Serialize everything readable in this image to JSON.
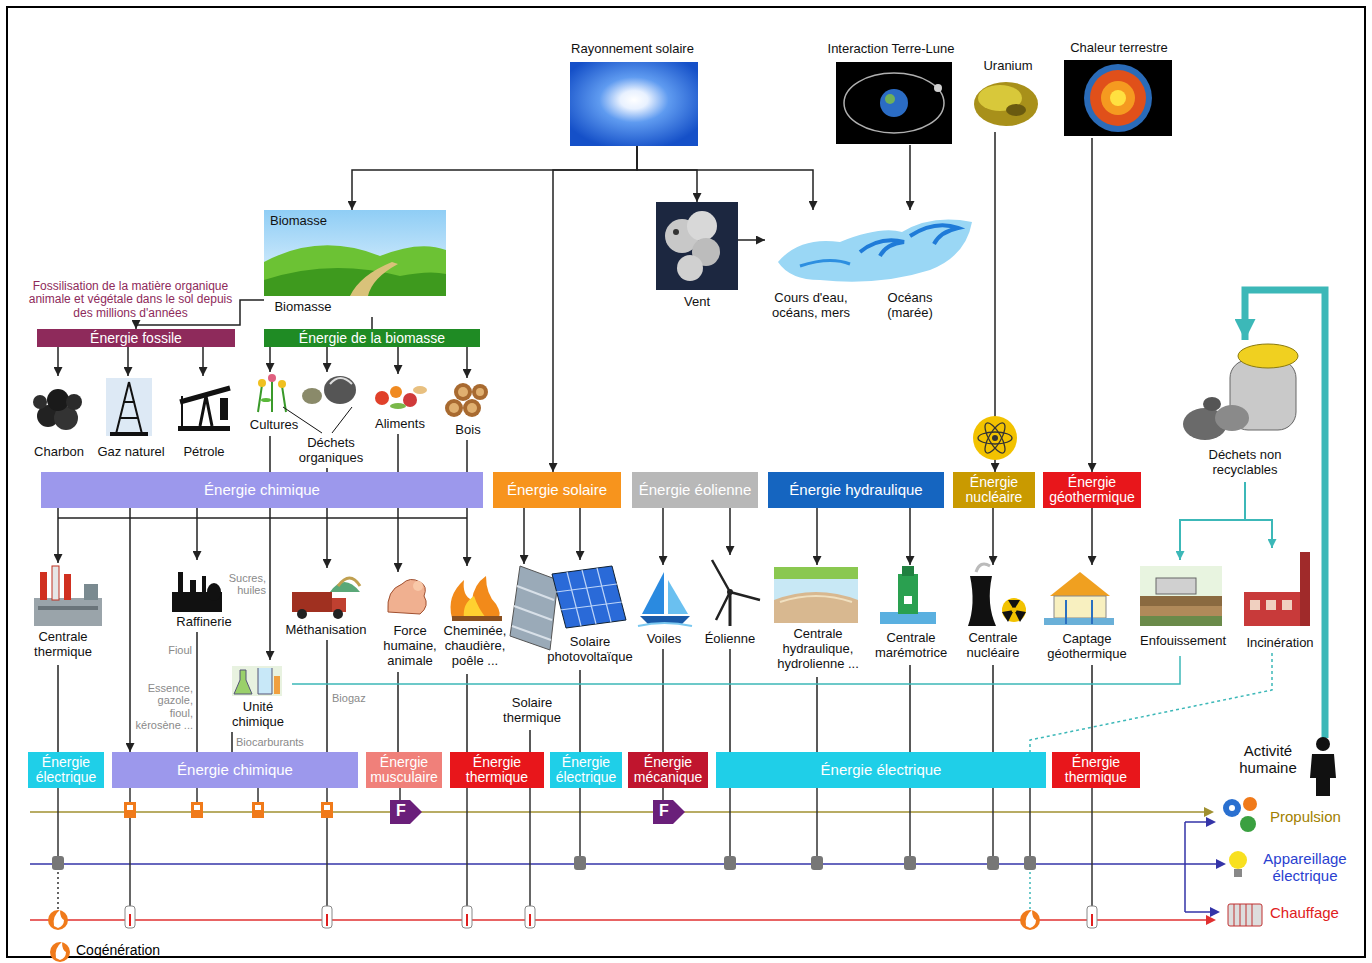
{
  "diagram": {
    "nodes": [
      {
        "text": [
          "Rayonnement solaire"
        ]
      },
      {
        "text": [
          "Interaction Terre-Lune"
        ]
      },
      {
        "text": [
          "Uranium"
        ]
      },
      {
        "text": [
          "Chaleur terrestre"
        ]
      },
      {
        "text": [
          "Biomasse",
          "Biomasse"
        ]
      },
      {
        "text": [
          "Vent"
        ]
      },
      {
        "text": [
          "Cours d'eau, océans, mers",
          "Océans (marée)"
        ]
      },
      {
        "text": [
          "Déchets non recyclables"
        ]
      },
      {
        "text": [
          "Énergie fossile"
        ]
      },
      {
        "text": [
          "Énergie de la biomasse"
        ]
      },
      {
        "text": [
          "Charbon"
        ]
      },
      {
        "text": [
          "Gaz naturel"
        ]
      },
      {
        "text": [
          "Pétrole"
        ]
      },
      {
        "text": [
          "Cultures"
        ]
      },
      {
        "text": [
          "Déchets organiques"
        ]
      },
      {
        "text": [
          "Aliments"
        ]
      },
      {
        "text": [
          "Bois"
        ]
      },
      {
        "text": [
          "Énergie chimique"
        ]
      },
      {
        "text": [
          "Énergie solaire"
        ]
      },
      {
        "text": [
          "Énergie éolienne"
        ]
      },
      {
        "text": [
          "Énergie hydraulique"
        ]
      },
      {
        "text": [
          "Énergie nucléaire"
        ]
      },
      {
        "text": [
          "Énergie géothermique"
        ]
      },
      {
        "text": [
          "Centrale thermique"
        ]
      },
      {
        "text": [
          "Raffinerie"
        ]
      },
      {
        "text": [
          "Méthanisation"
        ]
      },
      {
        "text": [
          "Force humaine, animale"
        ]
      },
      {
        "text": [
          "Cheminée, chaudière, poêle ..."
        ]
      },
      {
        "text": [
          "Solaire thermique"
        ]
      },
      {
        "text": [
          "Solaire photovoltaïque"
        ]
      },
      {
        "text": [
          "Voiles"
        ]
      },
      {
        "text": [
          "Éolienne"
        ]
      },
      {
        "text": [
          "Centrale hydraulique, hydrolienne ..."
        ]
      },
      {
        "text": [
          "Centrale marémotrice"
        ]
      },
      {
        "text": [
          "Centrale nucléaire"
        ]
      },
      {
        "text": [
          "Captage géothermique"
        ]
      },
      {
        "text": [
          "Enfouissement"
        ]
      },
      {
        "text": [
          "Incinération"
        ]
      },
      {
        "text": [
          "Unité chimique"
        ]
      },
      {
        "text": [
          "Activité humaine"
        ]
      },
      {
        "text": [
          "Énergie électrique"
        ]
      },
      {
        "text": [
          "Énergie chimique"
        ]
      },
      {
        "text": [
          "Énergie musculaire"
        ]
      },
      {
        "text": [
          "Énergie thermique"
        ]
      },
      {
        "text": [
          "Énergie électrique"
        ]
      },
      {
        "text": [
          "Énergie mécanique"
        ]
      },
      {
        "text": [
          "Énergie électrique"
        ]
      },
      {
        "text": [
          "Énergie thermique"
        ]
      },
      {
        "text": [
          "Propulsion"
        ]
      },
      {
        "text": [
          "Appareillage électrique"
        ]
      },
      {
        "text": [
          "Chauffage"
        ]
      }
    ],
    "edges": [
      {
        "from": 0,
        "to": 4,
        "arrow": "to"
      },
      {
        "from": 0,
        "to": 18,
        "arrow": "to"
      },
      {
        "from": 0,
        "to": 5,
        "arrow": "to"
      },
      {
        "from": 0,
        "to": 6,
        "arrow": "to"
      },
      {
        "from": 1,
        "to": 6,
        "arrow": "to"
      },
      {
        "from": 5,
        "to": 6,
        "arrow": "to"
      },
      {
        "from": 2,
        "to": 21,
        "arrow": "to"
      },
      {
        "from": 3,
        "to": 22,
        "arrow": "to"
      },
      {
        "from": 4,
        "to": 8,
        "arrow": "to"
      },
      {
        "from": 4,
        "to": 9,
        "arrow": "none"
      },
      {
        "from": 8,
        "to": 10,
        "arrow": "to"
      },
      {
        "from": 8,
        "to": 11,
        "arrow": "to"
      },
      {
        "from": 8,
        "to": 12,
        "arrow": "to"
      },
      {
        "from": 9,
        "to": 13,
        "arrow": "to"
      },
      {
        "from": 9,
        "to": 14,
        "arrow": "to"
      },
      {
        "from": 9,
        "to": 15,
        "arrow": "to"
      },
      {
        "from": 9,
        "to": 16,
        "arrow": "to"
      },
      {
        "from": 13,
        "to": 17,
        "arrow": "none"
      },
      {
        "from": 14,
        "to": 17,
        "arrow": "none"
      },
      {
        "from": 15,
        "to": 17,
        "arrow": "none"
      },
      {
        "from": 16,
        "to": 17,
        "arrow": "none"
      },
      {
        "from": 17,
        "to": 23,
        "arrow": "to"
      },
      {
        "from": 17,
        "to": 41,
        "arrow": "to"
      },
      {
        "from": 17,
        "to": 24,
        "arrow": "to"
      },
      {
        "from": 17,
        "to": 38,
        "arrow": "to"
      },
      {
        "from": 17,
        "to": 25,
        "arrow": "to"
      },
      {
        "from": 17,
        "to": 26,
        "arrow": "to"
      },
      {
        "from": 17,
        "to": 27,
        "arrow": "to"
      },
      {
        "from": 18,
        "to": 28,
        "arrow": "to"
      },
      {
        "from": 18,
        "to": 29,
        "arrow": "to"
      },
      {
        "from": 19,
        "to": 30,
        "arrow": "to"
      },
      {
        "from": 19,
        "to": 31,
        "arrow": "to"
      },
      {
        "from": 20,
        "to": 32,
        "arrow": "to"
      },
      {
        "from": 20,
        "to": 33,
        "arrow": "to"
      },
      {
        "from": 21,
        "to": 34,
        "arrow": "to"
      },
      {
        "from": 22,
        "to": 35,
        "arrow": "to"
      },
      {
        "from": 7,
        "to": 36,
        "arrow": "to"
      },
      {
        "from": 7,
        "to": 37,
        "arrow": "to"
      },
      {
        "from": 39,
        "to": 7,
        "arrow": "to"
      },
      {
        "from": 23,
        "to": 40,
        "arrow": "none"
      },
      {
        "from": 24,
        "to": 41,
        "arrow": "none",
        "label": "Fioul"
      },
      {
        "from": 38,
        "to": 41,
        "arrow": "none",
        "label": "Biocarburants"
      },
      {
        "from": 25,
        "to": 41,
        "arrow": "none",
        "label": "Biogaz"
      },
      {
        "from": 26,
        "to": 42,
        "arrow": "none"
      },
      {
        "from": 27,
        "to": 43,
        "arrow": "none"
      },
      {
        "from": 28,
        "to": 43,
        "arrow": "none"
      },
      {
        "from": 29,
        "to": 44,
        "arrow": "none"
      },
      {
        "from": 30,
        "to": 45,
        "arrow": "none"
      },
      {
        "from": 31,
        "to": 46,
        "arrow": "none"
      },
      {
        "from": 32,
        "to": 46,
        "arrow": "none"
      },
      {
        "from": 33,
        "to": 46,
        "arrow": "none"
      },
      {
        "from": 34,
        "to": 46,
        "arrow": "none"
      },
      {
        "from": 35,
        "to": 47,
        "arrow": "none"
      },
      {
        "from": 36,
        "to": 38,
        "arrow": "none"
      },
      {
        "from": 37,
        "to": 46,
        "arrow": "none"
      }
    ],
    "labels": [
      "Fossilisation de la matière organique animale et végétale dans le sol depuis des millions d'années",
      "Sucres, huiles",
      "Essence, gazole, fioul, kérosène ...",
      "F",
      "F",
      "Cogénération"
    ]
  }
}
